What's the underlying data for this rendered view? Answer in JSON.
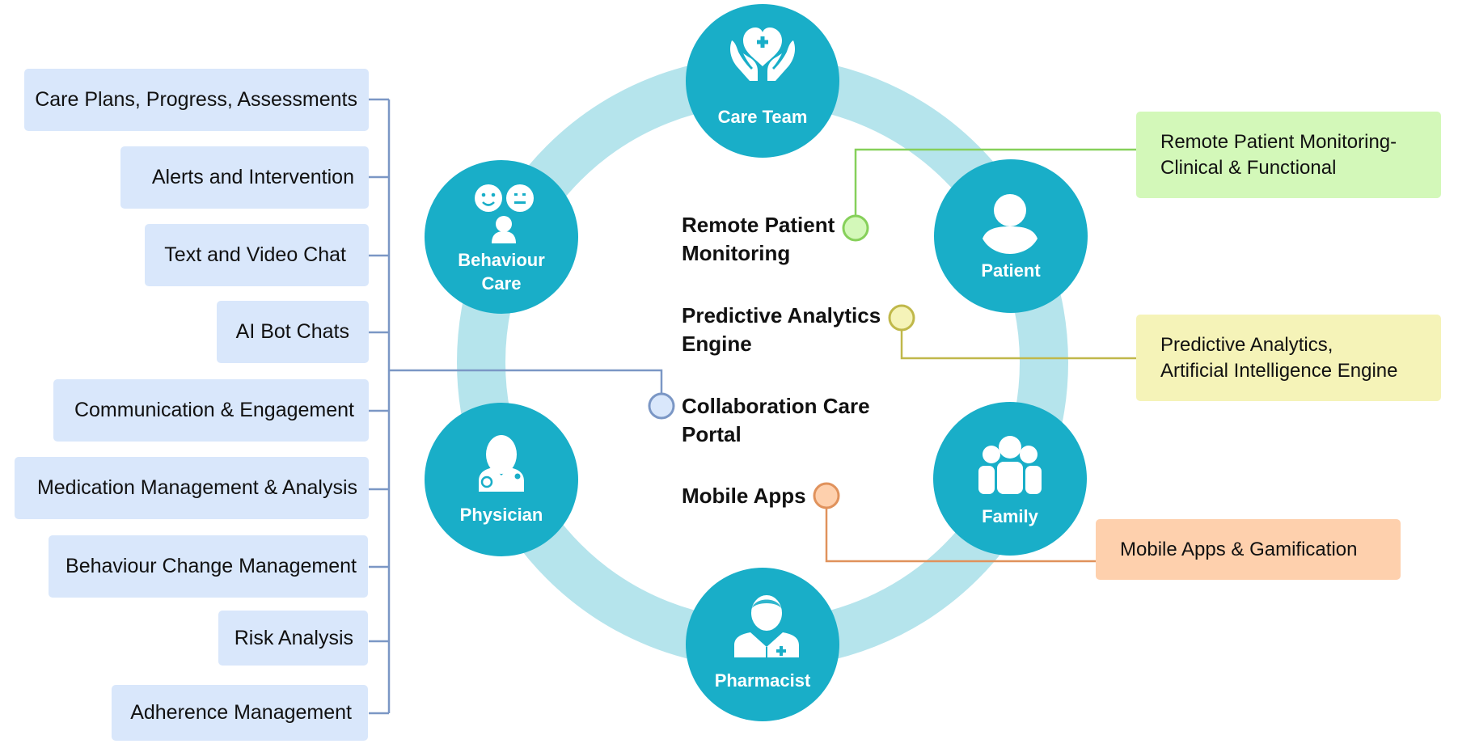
{
  "colors": {
    "ring": "#b5e4ec",
    "node": "#19aec8",
    "feature_box": "#d9e7fb",
    "bracket_line": "#7b97c5",
    "rpm_box": "#d3f8b9",
    "rpm_line": "#86d05a",
    "pa_box": "#f5f3b8",
    "pa_line": "#c0b84a",
    "collab_dot_fill": "#d9e7fb",
    "collab_line": "#7b97c5",
    "mobile_box": "#fed0ad",
    "mobile_line": "#e0925c"
  },
  "features": [
    "Care Plans, Progress,  Assessments",
    "Alerts and Intervention",
    "Text and Video Chat",
    "AI Bot Chats",
    "Communication & Engagement",
    "Medication Management & Analysis",
    "Behaviour Change Management",
    "Risk Analysis",
    "Adherence Management"
  ],
  "nodes": {
    "care_team": {
      "label": "Care Team",
      "icon": "hands-heart-icon"
    },
    "behaviour_care": {
      "line1": "Behaviour",
      "line2": "Care",
      "icon": "emotions-person-icon"
    },
    "patient": {
      "label": "Patient",
      "icon": "user-icon"
    },
    "physician": {
      "label": "Physician",
      "icon": "doctor-stethoscope-icon"
    },
    "family": {
      "label": "Family",
      "icon": "family-group-icon"
    },
    "pharmacist": {
      "label": "Pharmacist",
      "icon": "pharmacist-icon"
    }
  },
  "center": {
    "rpm": {
      "line1": "Remote Patient",
      "line2": "Monitoring"
    },
    "pa": {
      "line1": "Predictive Analytics",
      "line2": "Engine"
    },
    "collab": {
      "line1": "Collaboration Care",
      "line2": "Portal"
    },
    "mobile": {
      "line1": "Mobile Apps"
    }
  },
  "callouts": {
    "rpm": {
      "line1": "Remote Patient Monitoring-",
      "line2": "Clinical & Functional"
    },
    "pa": {
      "line1": "Predictive Analytics,",
      "line2": "Artificial Intelligence Engine"
    },
    "mobile": {
      "line1": "Mobile Apps & Gamification"
    }
  }
}
